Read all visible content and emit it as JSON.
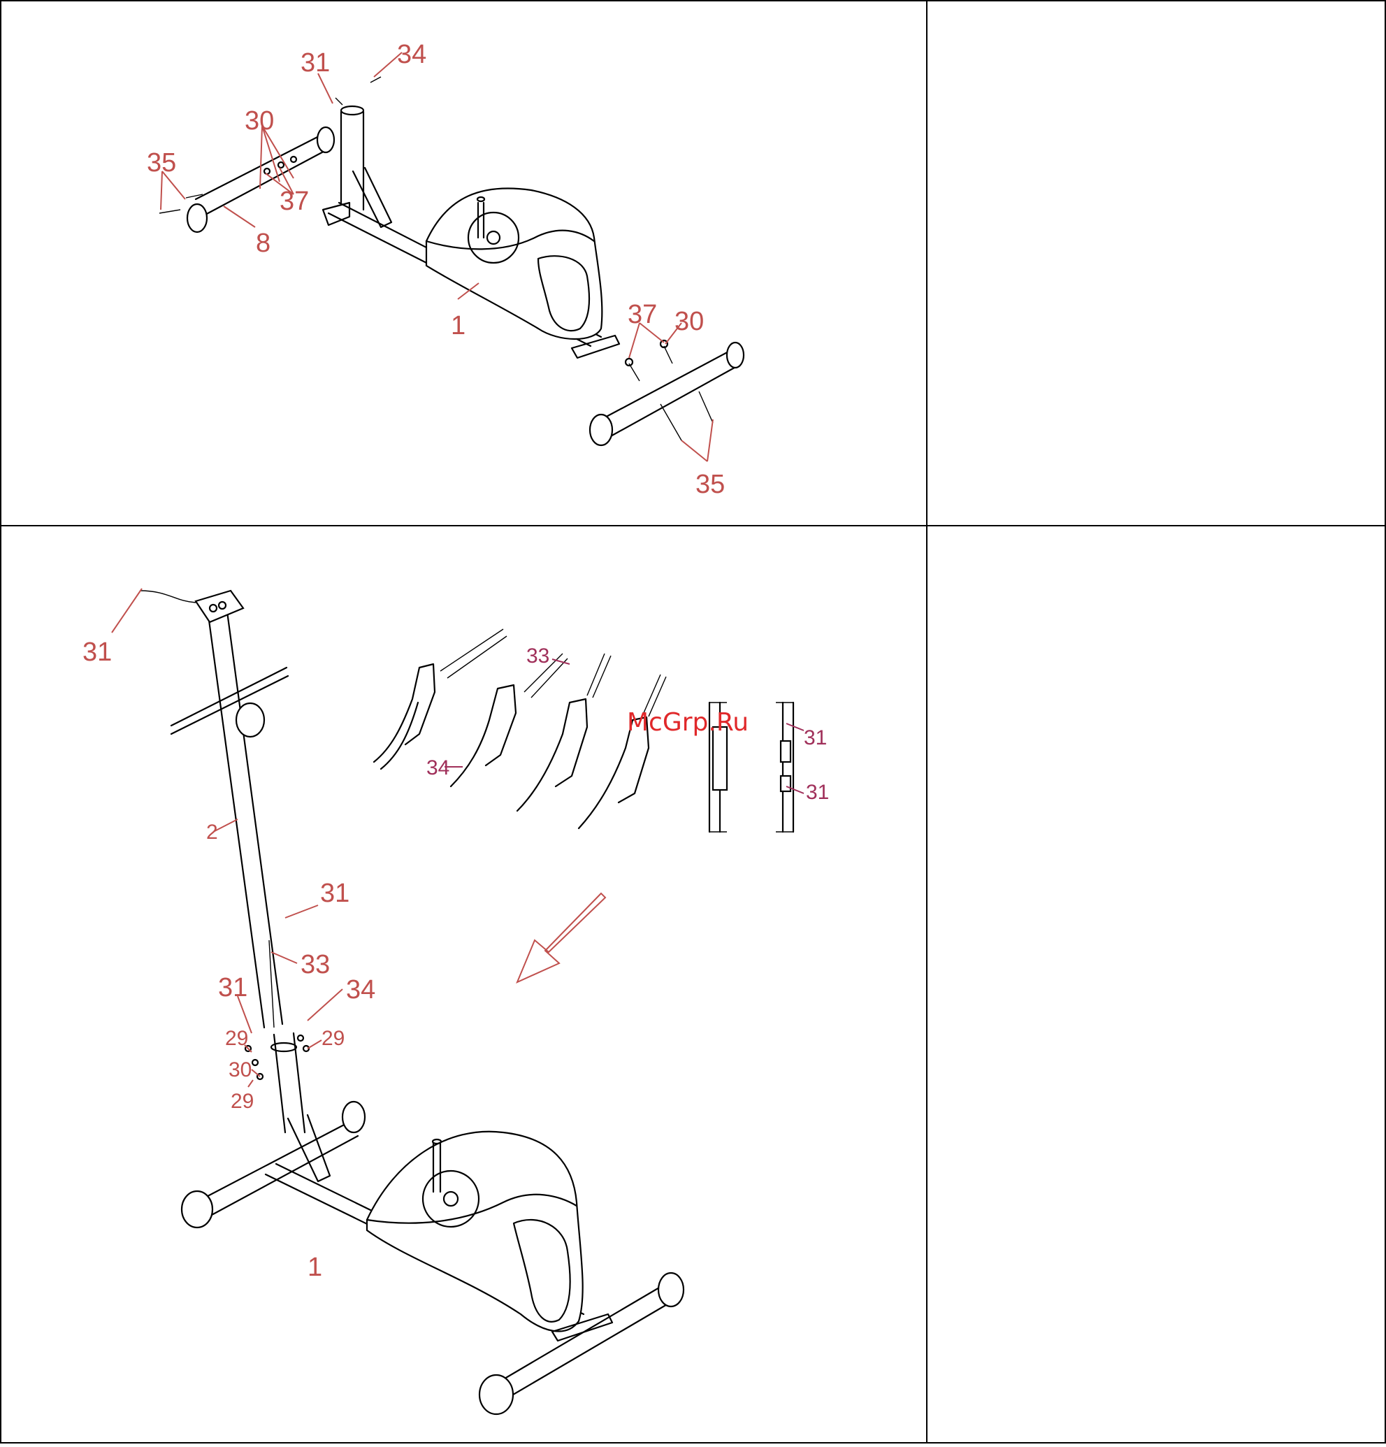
{
  "watermark": "McGrp.Ru",
  "step1": {
    "callouts": [
      "31",
      "34",
      "30",
      "35",
      "37",
      "8",
      "1",
      "37",
      "30",
      "35"
    ]
  },
  "step2": {
    "callouts": [
      "31",
      "2",
      "31",
      "33",
      "31",
      "34",
      "29",
      "29",
      "30",
      "29",
      "1"
    ],
    "detail_callouts": [
      "33",
      "34",
      "31",
      "31"
    ]
  },
  "colors": {
    "callout": "#c0504d",
    "watermark": "#e0282a",
    "line": "#000000"
  }
}
